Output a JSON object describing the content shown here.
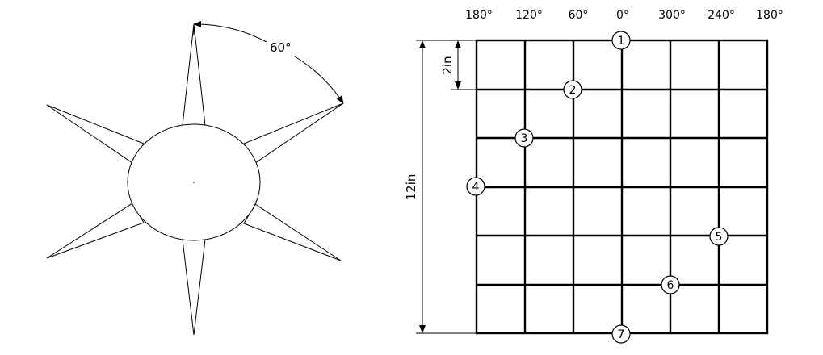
{
  "star_drawing": {
    "angle_label": "60°"
  },
  "grid_drawing": {
    "longitude_labels": [
      "180°",
      "120°",
      "60°",
      "0°",
      "300°",
      "240°",
      "180°"
    ],
    "cell_dimension_label": "2in",
    "overall_dimension_label": "12in",
    "point_labels": [
      "1",
      "2",
      "3",
      "4",
      "5",
      "6",
      "7"
    ]
  }
}
